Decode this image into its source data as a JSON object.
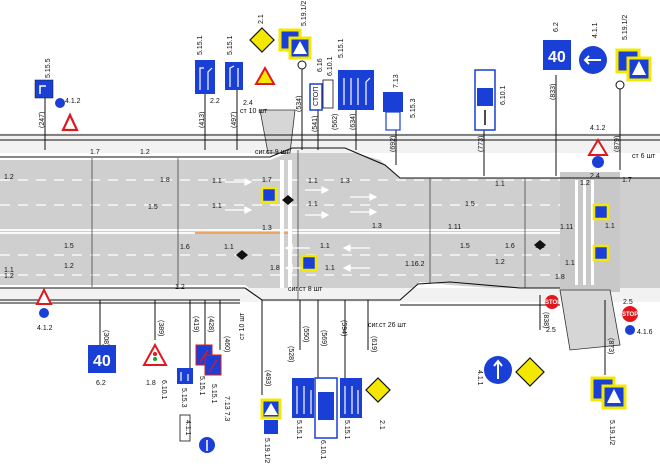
{
  "signs_top": {
    "s_5_15_5": "5.15.5",
    "s_4_1_2_left": "4.1.2",
    "s_5_15_1_a": "5.15.1",
    "s_5_15_1_b": "5.15.1",
    "s_2_1_top": "2.1",
    "s_5_19_12_top": "5.19.1/2",
    "s_6_16": "6.16",
    "s_6_10_1_top": "6.10.1",
    "s_5_15_1_c": "5.15.1",
    "s_7_13": "7.13",
    "s_5_15_3": "5.15.3",
    "s_6_10_1_mid": "6.10.1",
    "s_6_2_top": "6.2",
    "s_4_1_1_top": "4.1.1",
    "s_5_19_12_right": "5.19.1/2",
    "s_4_1_2_right": "4.1.2",
    "s_2_4_right": "2.4",
    "s_2_2": "2.2",
    "s_2_4": "2.4",
    "speed_top": "40",
    "stop_label": "СТОП"
  },
  "signs_bottom": {
    "s_4_1_2": "4.1.2",
    "s_6_2": "6.2",
    "s_1_8": "1.8",
    "s_5_15_3": "5.15.3",
    "s_5_15_1_a": "5.15.1",
    "s_5_15_1_b": "5.15.1",
    "s_6_10_1_a": "6.10.1",
    "s_7_13_73": "7.13 7.3",
    "s_4_1_1_small": "4.1.1",
    "s_5_19_12_a": "5.19.1/2",
    "s_5_15_1_c": "5.15.1",
    "s_6_10_1_b": "6.10.1",
    "s_5_15_1_d": "5.15.1",
    "s_2_1": "2.1",
    "s_4_1_1": "4.1.1",
    "s_2_5_a": "2.5",
    "s_2_5_b": "2.5",
    "s_4_1_6": "4.1.6",
    "s_5_19_12_b": "5.19.1/2",
    "speed": "40",
    "stop": "STOP"
  },
  "distances_top": {
    "d247": "(247)",
    "d413": "(413)",
    "d497": "(497)",
    "d534": "(534)",
    "d541": "(541)",
    "d562": "(562)",
    "d634": "(634)",
    "d692": "(692)",
    "d773": "(773)",
    "d833": "(833)",
    "d879": "(879)"
  },
  "distances_bottom": {
    "d308": "(308)",
    "d389": "(389)",
    "d419": "(419)",
    "d428": "(428)",
    "d460": "(460)",
    "d493": "(493)",
    "d528": "(528)",
    "d550": "(550)",
    "d569": "(569)",
    "d594": "(594)",
    "d619": "(619)",
    "d838": "(838)",
    "d873": "(873)"
  },
  "fence_notes": {
    "top_a": "ст 10 шт",
    "top_b": "сиг.ст 9 шт",
    "top_c": "ст 6 шт",
    "bot_a": "сиг.ст 8 шт",
    "bot_b": "сиг.ст 26 шт",
    "bot_c": "ст 10 шт"
  },
  "markings": {
    "m1_7_a": "1.7",
    "m1_2_a": "1.2",
    "m1_8_a": "1.8",
    "m1_1_a": "1.1",
    "m1_1_b": "1.1",
    "m1_5_a": "1.5",
    "m1_5_b": "1.5",
    "m1_6_a": "1.6",
    "m1_1_c": "1.1",
    "m1_2_b": "1.2",
    "m1_7_b": "1.7",
    "m1_1_d": "1.1",
    "m1_3_a": "1.3",
    "m1_1_e": "1.1",
    "m1_8_b": "1.8",
    "m1_3_b": "1.3",
    "m1_1_f": "1.1",
    "m1_1_g": "1.1",
    "m1_3_c": "1.3",
    "m1_16_2": "1.16.2",
    "m1_5_c": "1.5",
    "m1_11_a": "1.11",
    "m1_5_d": "1.5",
    "m1_11_b": "1.11",
    "m1_6_b": "1.6",
    "m1_1_h": "1.1",
    "m1_2_c": "1.2",
    "m1_1_i": "1.1",
    "m1_8_c": "1.8",
    "m1_1_j": "1.1",
    "m1_2_d": "1.2",
    "m1_1_k": "1.1",
    "m1_7_c": "1.7",
    "m1_2_e": "1.2",
    "m1_2_f": "1.2",
    "m1_1_l": "1.1",
    "m1_2_g": "1.2"
  },
  "colors": {
    "road": "#cfcfcf",
    "sign_blue": "#1a3fd6",
    "sign_yellow": "#f5e800",
    "sign_red": "#e0181d",
    "edge": "#111111",
    "orange_line": "#f08a2a"
  }
}
